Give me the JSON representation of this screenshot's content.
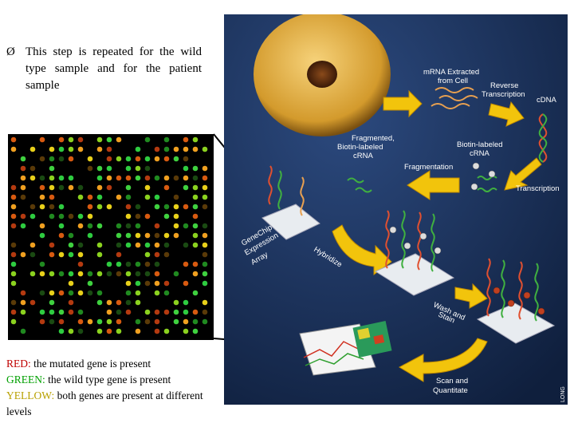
{
  "bullet": {
    "marker": "Ø",
    "text": "This step is repeated for the wild type sample and for the patient sample"
  },
  "legend": {
    "red_key": "RED:",
    "red_text": " the mutated gene is present",
    "green_key": "GREEN:",
    "green_text": " the wild type gene is present",
    "yellow_key": "YELLOW:",
    "yellow_text": " both genes are present at different levels"
  },
  "diagram": {
    "mrna_extracted": [
      "mRNA Extracted",
      "from Cell"
    ],
    "reverse_transcription": [
      "Reverse",
      "Transcription"
    ],
    "cdna": "cDNA",
    "fragmented": [
      "Fragmented,",
      "Biotin-labeled",
      "cRNA"
    ],
    "biotin_labeled": [
      "Biotin-labeled",
      "cRNA"
    ],
    "fragmentation": "Fragmentation",
    "transcription": "Transcription",
    "genechip": [
      "GeneChip",
      "Expression",
      "Array"
    ],
    "hybridize": "Hybridize",
    "wash_stain": [
      "Wash and",
      "Stain"
    ],
    "scan": [
      "Scan and",
      "Quantitate"
    ],
    "corner": "LONG"
  },
  "colors": {
    "red": "#c00000",
    "green": "#00a000",
    "yellow": "#b8a000",
    "panel_bg": "#1a2f55",
    "arrow": "#f2c40c"
  }
}
